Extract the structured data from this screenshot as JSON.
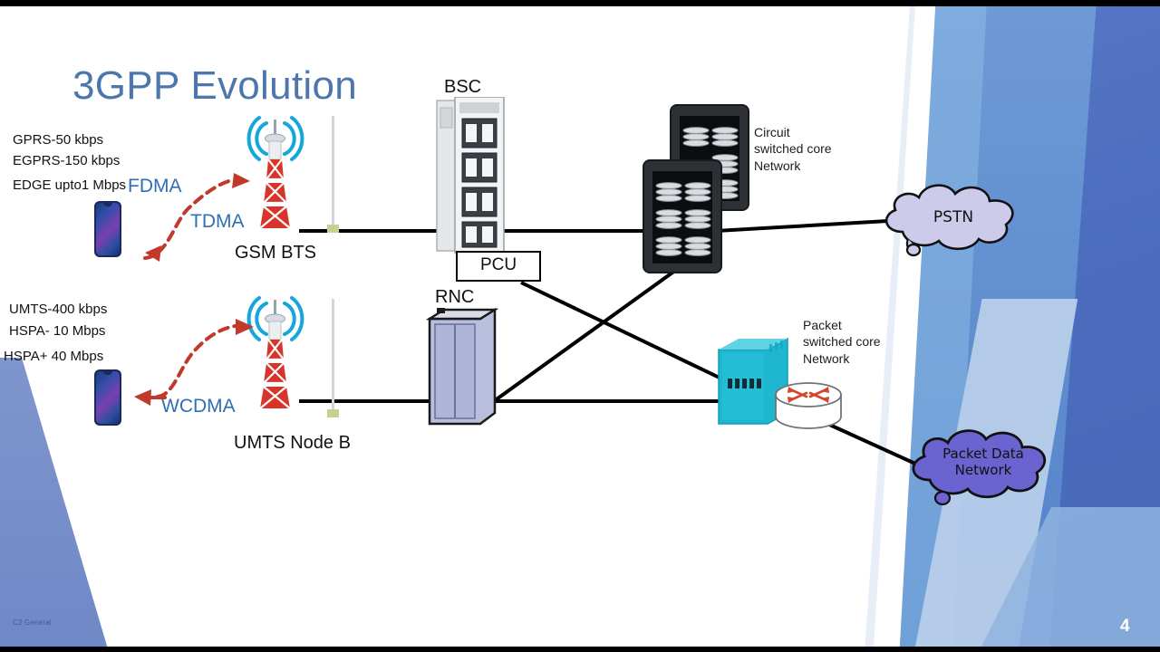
{
  "slide": {
    "title": "3GPP Evolution",
    "page_number": "4",
    "watermark": "C2 General",
    "accent_color": "#4d76ad",
    "tech_label_color": "#2f6fb3",
    "arrow_color": "#c0392b"
  },
  "gsm_branch": {
    "specs": [
      "GPRS-50 kbps",
      "EGPRS-150 kbps",
      "EDGE upto1 Mbps"
    ],
    "access_methods": [
      "FDMA",
      "TDMA"
    ],
    "tower_label": "GSM BTS"
  },
  "umts_branch": {
    "specs": [
      "UMTS-400 kbps",
      "HSPA- 10 Mbps",
      "HSPA+ 40 Mbps"
    ],
    "access_methods": [
      "WCDMA"
    ],
    "tower_label": "UMTS Node B"
  },
  "network_nodes": {
    "bsc": "BSC",
    "pcu": "PCU",
    "rnc": "RNC",
    "circuit_core": "Circuit\nswitched core\nNetwork",
    "packet_core": "Packet\nswitched core\nNetwork"
  },
  "clouds": {
    "pstn": "PSTN",
    "pdn_line1": "Packet Data",
    "pdn_line2": "Network",
    "pstn_color": "#ccccea",
    "pdn_color": "#6b63cf"
  }
}
